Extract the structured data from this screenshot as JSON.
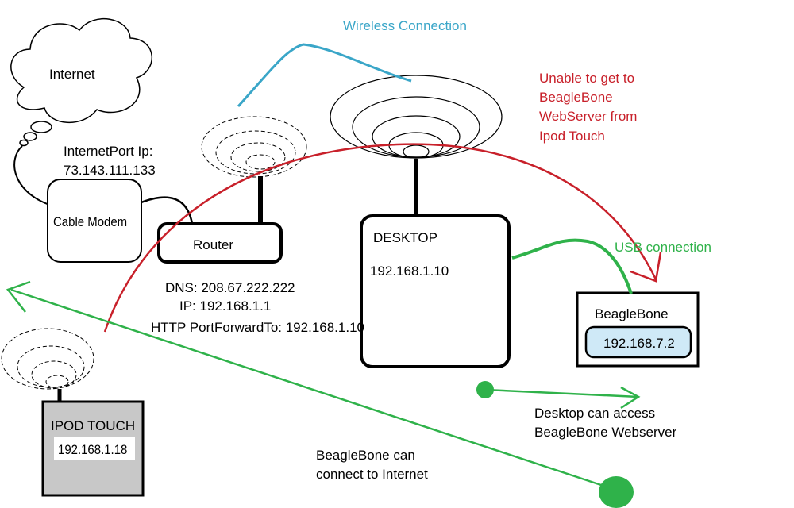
{
  "labels": {
    "internet": "Internet",
    "internet_port_ip": "InternetPort Ip:",
    "internet_port_ip_value": "73.143.111.133",
    "cable_modem": "Cable Modem",
    "router": "Router",
    "dns": "DNS: 208.67.222.222",
    "ip": "IP: 192.168.1.1",
    "port_forward": "HTTP PortForwardTo: 192.168.1.10",
    "desktop": "DESKTOP",
    "desktop_ip": "192.168.1.10",
    "wireless_connection": "Wireless Connection",
    "unable_line1": "Unable to get to",
    "unable_line2": "BeagleBone",
    "unable_line3": "WebServer from",
    "unable_line4": "Ipod Touch",
    "usb_connection": "USB connection",
    "beaglebone": "BeagleBone",
    "beaglebone_ip": "192.168.7.2",
    "ipod_touch": "IPOD TOUCH",
    "ipod_ip": "192.168.1.18",
    "desktop_access_line1": "Desktop can access",
    "desktop_access_line2": "BeagleBone Webserver",
    "bb_internet_line1": "BeagleBone can",
    "bb_internet_line2": "connect to Internet"
  },
  "colors": {
    "wireless": "#3aa6c8",
    "unable": "#c8202a",
    "connection": "#2fb24a",
    "beaglebone_ip_box": "#cfe9f7",
    "ipod_body": "#c8c8c8"
  }
}
